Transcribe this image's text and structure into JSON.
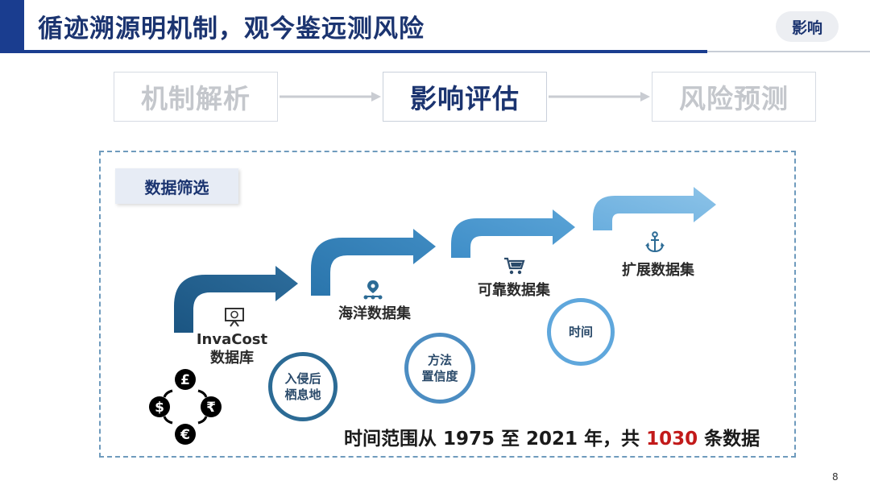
{
  "slide": {
    "title": "循迹溯源明机制，观今鉴远测风险",
    "badge": "影响",
    "page_number": "8"
  },
  "flow": {
    "steps": [
      {
        "label": "机制解析",
        "state": "dim"
      },
      {
        "label": "影响评估",
        "state": "active"
      },
      {
        "label": "风险预测",
        "state": "dim"
      }
    ]
  },
  "panel": {
    "chip": "数据筛选",
    "stairs": [
      {
        "label_line1": "InvaCost",
        "label_line2": "数据库",
        "icon": "presentation-board-icon"
      },
      {
        "label_line1": "海洋数据集",
        "icon": "location-pin-network-icon"
      },
      {
        "label_line1": "可靠数据集",
        "icon": "shopping-cart-icon"
      },
      {
        "label_line1": "扩展数据集",
        "icon": "anchor-icon"
      }
    ],
    "criteria": [
      {
        "line1": "入侵后",
        "line2": "栖息地"
      },
      {
        "line1": "方法",
        "line2": "置信度"
      },
      {
        "line1": "时间",
        "line2": ""
      }
    ],
    "currencies": [
      "£",
      "$",
      "₹",
      "€"
    ]
  },
  "note": {
    "prefix": "时间范围从 1975 至 2021 年，共 ",
    "count": "1030",
    "suffix": " 条数据"
  },
  "colors": {
    "brand_navy": "#1a3d8f",
    "step_dark": "#1f5a86",
    "step_light": "#79b5e1",
    "highlight_red": "#c21a1a"
  }
}
